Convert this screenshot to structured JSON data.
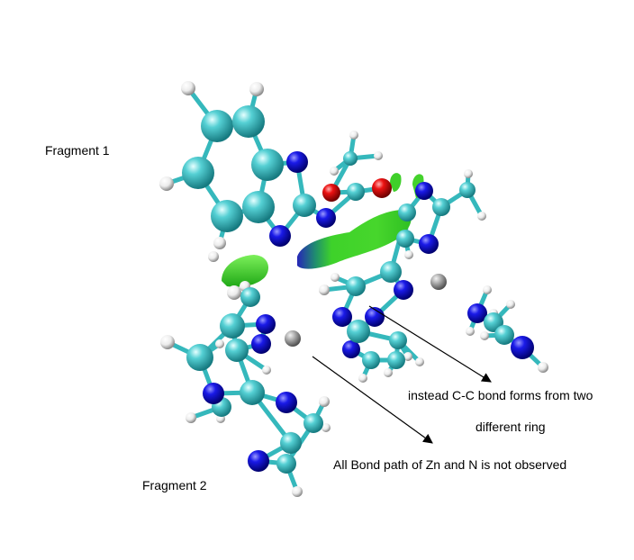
{
  "labels": {
    "fragment1": "Fragment 1",
    "fragment2": "Fragment 2",
    "annotation_cc_line1": "instead C-C bond forms from two",
    "annotation_cc_line2": "different ring",
    "annotation_zn": "All Bond path of Zn and N is not observed"
  },
  "colors": {
    "carbon": "#3fc4c8",
    "nitrogen": "#1515e0",
    "oxygen": "#e01010",
    "hydrogen": "#f2f2f2",
    "zinc": "#a8a8a8",
    "bond": "#35b8bc",
    "nci_surface": "#39d22a"
  }
}
